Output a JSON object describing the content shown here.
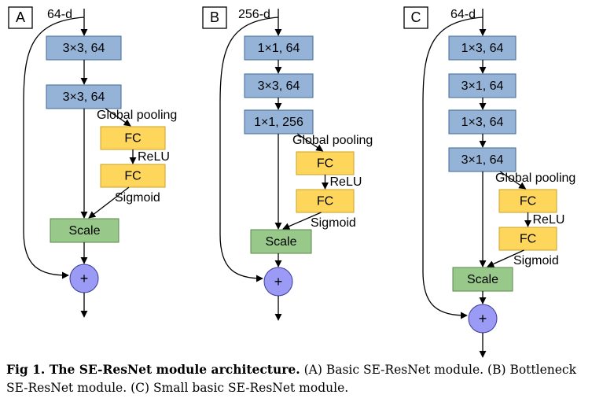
{
  "modules": [
    {
      "id": "A",
      "input": "64-d",
      "convs": [
        "3×3, 64",
        "3×3, 64"
      ],
      "pooling": "Global pooling",
      "fc1": "FC",
      "relu": "ReLU",
      "fc2": "FC",
      "sigmoid": "Sigmoid",
      "scale": "Scale",
      "plus": "+"
    },
    {
      "id": "B",
      "input": "256-d",
      "convs": [
        "1×1, 64",
        "3×3, 64",
        "1×1, 256"
      ],
      "pooling": "Global pooling",
      "fc1": "FC",
      "relu": "ReLU",
      "fc2": "FC",
      "sigmoid": "Sigmoid",
      "scale": "Scale",
      "plus": "+"
    },
    {
      "id": "C",
      "input": "64-d",
      "convs": [
        "1×3, 64",
        "3×1, 64",
        "1×3, 64",
        "3×1, 64"
      ],
      "pooling": "Global pooling",
      "fc1": "FC",
      "relu": "ReLU",
      "fc2": "FC",
      "sigmoid": "Sigmoid",
      "scale": "Scale",
      "plus": "+"
    }
  ],
  "caption": {
    "label": "Fig 1. The SE-ResNet module architecture.",
    "text": " (A) Basic SE-ResNet module. (B) Bottleneck SE-ResNet module. (C) Small basic SE-ResNet module."
  },
  "colors": {
    "conv": "#95b3d7",
    "fc": "#ffd65c",
    "scale": "#98c88a",
    "plus": "#9b9bf5"
  }
}
